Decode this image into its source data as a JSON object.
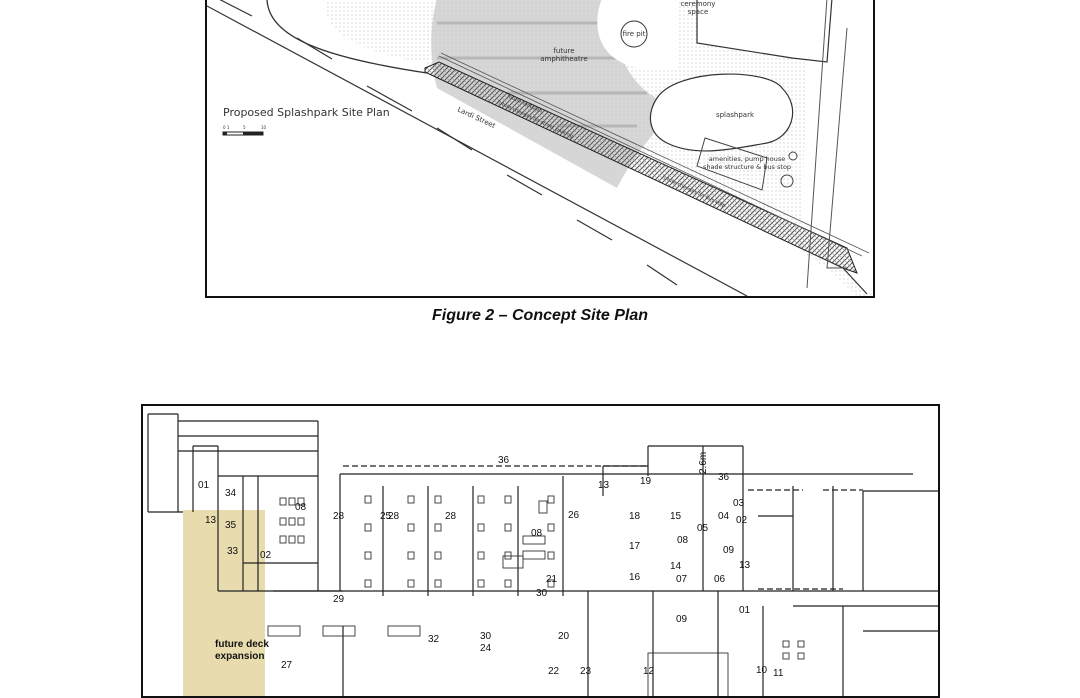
{
  "figure1": {
    "plan_title": "Proposed Splashpark Site Plan",
    "scale_labels": [
      "0 1",
      "5",
      "10"
    ],
    "labels": {
      "ceremony": [
        "ceremony",
        "space"
      ],
      "fire_pit": "fire pit",
      "amphitheatre": [
        "future",
        "amphitheatre"
      ],
      "footpath": "future footpath",
      "street_parking": "future changes for street parking",
      "street": "Lardi Street",
      "splashpark": "splashpark",
      "amenities": [
        "amenities, pump house",
        "shade structure & bus stop"
      ],
      "bus_stop": "future changes for bus stop"
    },
    "caption": "Figure 2 – Concept Site Plan"
  },
  "figure2": {
    "deck_label": [
      "future deck",
      "expansion"
    ],
    "deck_color": "#e8dcae",
    "dimension_label": "2.6m",
    "room_numbers": [
      "01",
      "34",
      "35",
      "08",
      "13",
      "33",
      "02",
      "28",
      "28",
      "28",
      "25",
      "36",
      "08",
      "26",
      "13",
      "19",
      "18",
      "17",
      "16",
      "15",
      "14",
      "21",
      "30",
      "29",
      "08",
      "05",
      "04",
      "03",
      "02",
      "09",
      "13",
      "07",
      "06",
      "01",
      "09",
      "36",
      "32",
      "30",
      "20",
      "24",
      "22",
      "23",
      "12",
      "10",
      "11",
      "27"
    ]
  }
}
